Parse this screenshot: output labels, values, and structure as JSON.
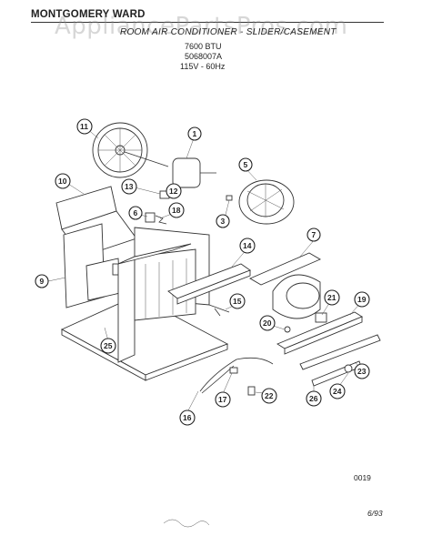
{
  "header": {
    "brand": "MONTGOMERY WARD",
    "watermark": "AppliancePartsPros.com",
    "subtitle": "ROOM AIR CONDITIONER - SLIDER/CASEMENT",
    "capacity": "7600 BTU",
    "model": "5068007A",
    "power": "115V - 60Hz"
  },
  "footer": {
    "code": "0019",
    "date": "6/93"
  },
  "callouts": [
    "1",
    "3",
    "5",
    "6",
    "7",
    "9",
    "10",
    "11",
    "12",
    "13",
    "14",
    "15",
    "16",
    "17",
    "18",
    "19",
    "20",
    "21",
    "22",
    "23",
    "24",
    "25",
    "26"
  ]
}
